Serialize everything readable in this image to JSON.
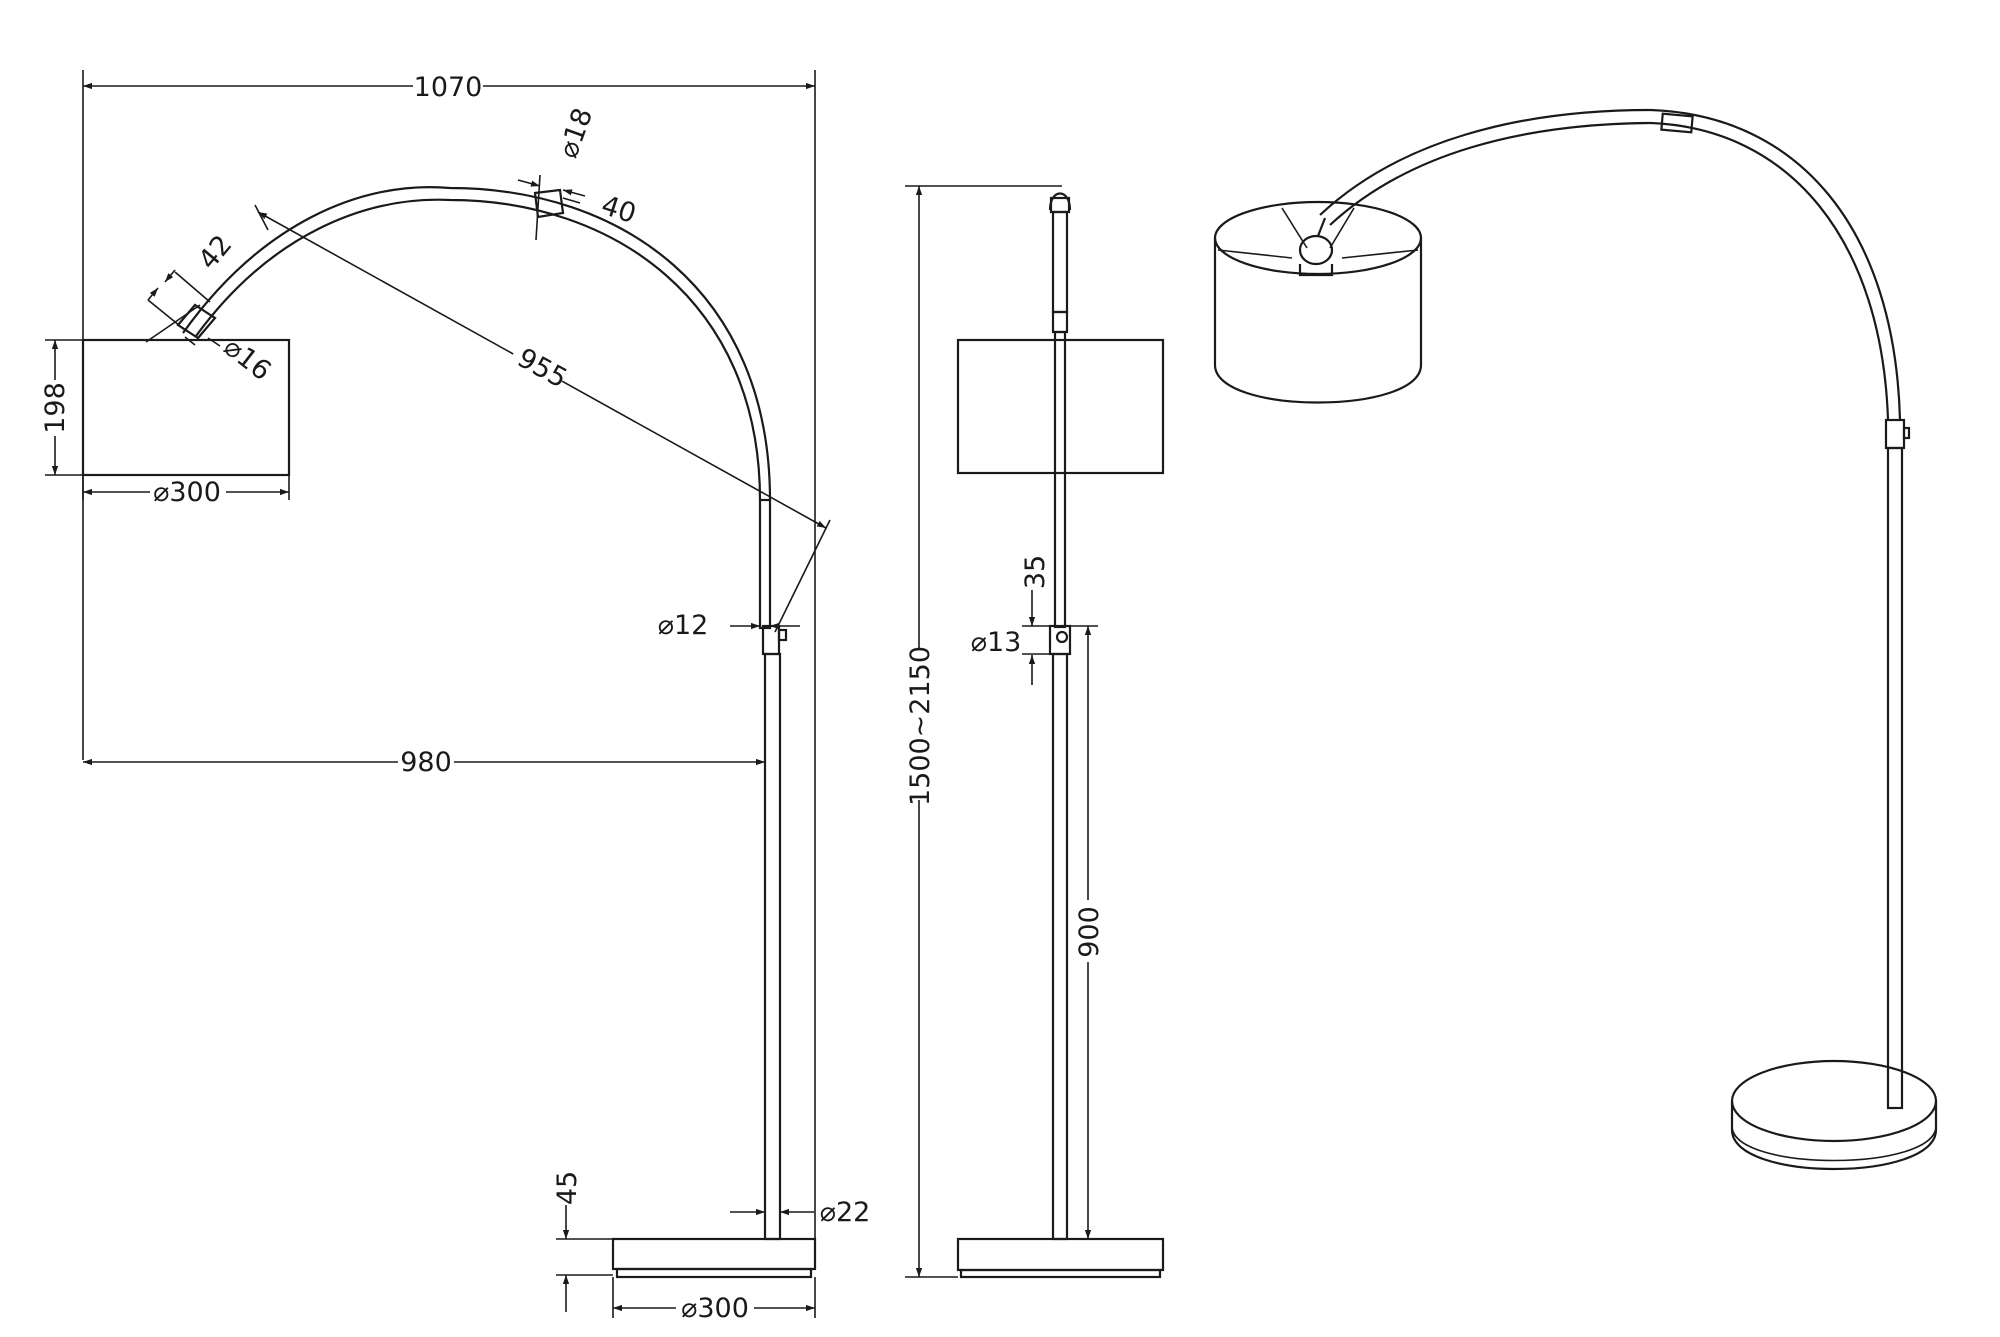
{
  "diagram": {
    "front_view": {
      "overall_width": "1070",
      "shade_height": "198",
      "shade_diameter": "⌀300",
      "arm_length": "955",
      "joint_length": "42",
      "arm_diameter_upper": "⌀16",
      "sleeve_diameter": "⌀18",
      "sleeve_length": "40",
      "arm_diameter_lower": "⌀12",
      "reach": "980",
      "base_height": "45",
      "pole_diameter": "⌀22",
      "base_diameter": "⌀300"
    },
    "side_view": {
      "height_range": "1500~2150",
      "knob_offset": "35",
      "knob_diameter": "⌀13",
      "lower_pole_height": "900"
    }
  }
}
